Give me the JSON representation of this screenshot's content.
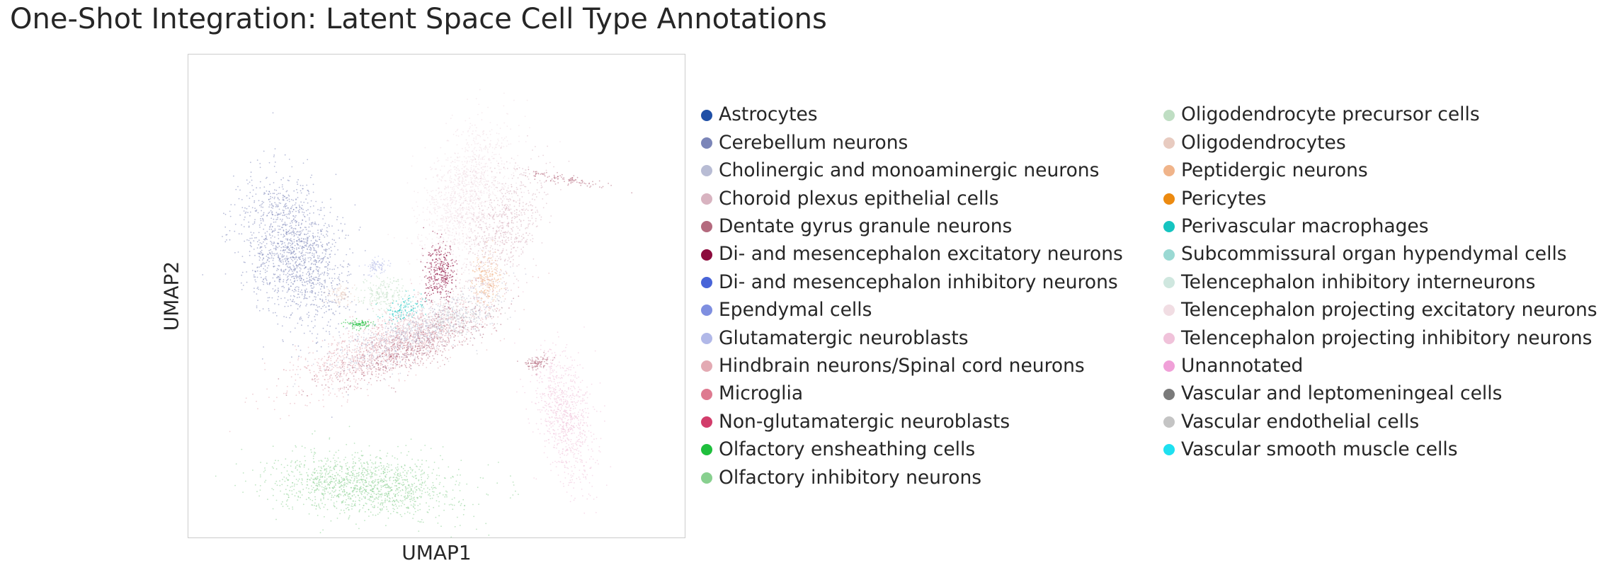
{
  "title": "One-Shot Integration: Latent Space Cell Type Annotations",
  "chart_data": {
    "type": "scatter",
    "title": "One-Shot Integration: Latent Space Cell Type Annotations",
    "xlabel": "UMAP1",
    "ylabel": "UMAP2",
    "xticks": [],
    "yticks": [],
    "grid": false,
    "legend_placement": "right, two columns",
    "point_size": "tiny",
    "categories": [
      {
        "name": "Astrocytes",
        "color": "#1f4fa6"
      },
      {
        "name": "Cerebellum neurons",
        "color": "#7b85b8"
      },
      {
        "name": "Cholinergic and monoaminergic neurons",
        "color": "#b8bcd4"
      },
      {
        "name": "Choroid plexus epithelial cells",
        "color": "#d8b3c0"
      },
      {
        "name": "Dentate gyrus granule neurons",
        "color": "#b46a7e"
      },
      {
        "name": "Di- and mesencephalon excitatory neurons",
        "color": "#8c0b3d"
      },
      {
        "name": "Di- and mesencephalon inhibitory neurons",
        "color": "#4864d8"
      },
      {
        "name": "Ependymal cells",
        "color": "#7f8fe0"
      },
      {
        "name": "Glutamatergic neuroblasts",
        "color": "#b1b8e8"
      },
      {
        "name": "Hindbrain neurons/Spinal cord neurons",
        "color": "#e3aab3"
      },
      {
        "name": "Microglia",
        "color": "#de7a90"
      },
      {
        "name": "Non-glutamatergic neuroblasts",
        "color": "#d23d6b"
      },
      {
        "name": "Olfactory ensheathing cells",
        "color": "#1fbf3d"
      },
      {
        "name": "Olfactory inhibitory neurons",
        "color": "#88d08f"
      },
      {
        "name": "Oligodendrocyte precursor cells",
        "color": "#bfdec3"
      },
      {
        "name": "Oligodendrocytes",
        "color": "#e8cbc0"
      },
      {
        "name": "Peptidergic neurons",
        "color": "#f0b48a"
      },
      {
        "name": "Pericytes",
        "color": "#ec8a10"
      },
      {
        "name": "Perivascular macrophages",
        "color": "#15c4c0"
      },
      {
        "name": "Subcommissural organ hypendymal cells",
        "color": "#9ad9d3"
      },
      {
        "name": "Telencephalon inhibitory interneurons",
        "color": "#cfe7df"
      },
      {
        "name": "Telencephalon projecting excitatory neurons",
        "color": "#f1dde3"
      },
      {
        "name": "Telencephalon projecting inhibitory neurons",
        "color": "#f0c2da"
      },
      {
        "name": "Unannotated",
        "color": "#f0a0d8"
      },
      {
        "name": "Vascular and leptomeningeal cells",
        "color": "#7a7a7a"
      },
      {
        "name": "Vascular endothelial cells",
        "color": "#c4c4c4"
      },
      {
        "name": "Vascular smooth muscle cells",
        "color": "#1ee0f0"
      }
    ],
    "clusters": [
      {
        "category": "Cerebellum neurons",
        "x": -8.0,
        "y": 3.0,
        "sx": 2.6,
        "sy": 4.4,
        "rot": 25,
        "density": 1.0
      },
      {
        "category": "Telencephalon projecting excitatory neurons",
        "x": 1.6,
        "y": 6.2,
        "sx": 2.2,
        "sy": 4.2,
        "rot": -20,
        "density": 0.9
      },
      {
        "category": "Choroid plexus epithelial cells",
        "x": 3.6,
        "y": 4.2,
        "sx": 2.0,
        "sy": 3.6,
        "rot": -25,
        "density": 0.6
      },
      {
        "category": "Hindbrain neurons/Spinal cord neurons",
        "x": -2.4,
        "y": -2.0,
        "sx": 5.8,
        "sy": 1.6,
        "rot": 22,
        "density": 1.0
      },
      {
        "category": "Dentate gyrus granule neurons",
        "x": -1.6,
        "y": -2.4,
        "sx": 4.6,
        "sy": 1.1,
        "rot": 22,
        "density": 0.6
      },
      {
        "category": "Cholinergic and monoaminergic neurons",
        "x": -1.0,
        "y": -1.4,
        "sx": 5.2,
        "sy": 1.3,
        "rot": 22,
        "density": 0.6
      },
      {
        "category": "Olfactory inhibitory neurons",
        "x": -4.0,
        "y": -10.0,
        "sx": 5.2,
        "sy": 1.7,
        "rot": -3,
        "density": 1.0
      },
      {
        "category": "Telencephalon projecting inhibitory neurons",
        "x": 7.2,
        "y": -6.2,
        "sx": 1.5,
        "sy": 3.8,
        "rot": 12,
        "density": 0.8
      },
      {
        "category": "Di- and mesencephalon excitatory neurons",
        "x": 0.2,
        "y": 1.8,
        "sx": 0.9,
        "sy": 1.6,
        "rot": 0,
        "density": 0.6
      },
      {
        "category": "Peptidergic neurons",
        "x": 2.8,
        "y": 1.5,
        "sx": 0.8,
        "sy": 1.3,
        "rot": 0,
        "density": 0.5
      },
      {
        "category": "Oligodendrocyte precursor cells",
        "x": -3.0,
        "y": 0.6,
        "sx": 1.4,
        "sy": 0.9,
        "rot": 0,
        "density": 0.4
      },
      {
        "category": "Olfactory ensheathing cells",
        "x": -4.4,
        "y": -1.0,
        "sx": 0.7,
        "sy": 0.25,
        "rot": 0,
        "density": 0.5
      },
      {
        "category": "Perivascular macrophages",
        "x": -1.8,
        "y": -0.2,
        "sx": 1.2,
        "sy": 0.7,
        "rot": 20,
        "density": 0.3
      },
      {
        "category": "Glutamatergic neuroblasts",
        "x": -3.4,
        "y": 2.2,
        "sx": 0.6,
        "sy": 0.5,
        "rot": 30,
        "density": 0.3
      },
      {
        "category": "Oligodendrocytes",
        "x": -5.4,
        "y": 0.6,
        "sx": 0.8,
        "sy": 0.5,
        "rot": 0,
        "density": 0.3
      },
      {
        "category": "Dentate gyrus granule neurons",
        "x": 5.6,
        "y": -3.2,
        "sx": 0.7,
        "sy": 0.4,
        "rot": 10,
        "density": 0.4
      },
      {
        "category": "Dentate gyrus granule neurons",
        "x": 7.4,
        "y": 7.0,
        "sx": 2.4,
        "sy": 0.25,
        "rot": -10,
        "density": 0.3
      },
      {
        "category": "Vascular endothelial cells",
        "x": 1.0,
        "y": -0.6,
        "sx": 2.2,
        "sy": 1.2,
        "rot": 20,
        "density": 0.3
      }
    ],
    "xlim": [
      -14,
      14
    ],
    "ylim": [
      -13,
      14
    ]
  }
}
